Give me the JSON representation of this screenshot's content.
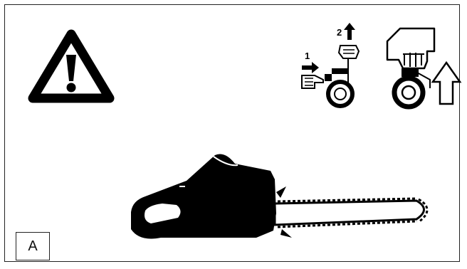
{
  "figure": {
    "label": "A",
    "steps": [
      "1",
      "2"
    ],
    "icons": [
      "warning-triangle-icon",
      "brake-release-hand-icon",
      "pull-starter-hand-icon",
      "arrow-up-icon",
      "chainsaw-icon"
    ],
    "colors": {
      "ink": "#000000",
      "background": "#ffffff"
    }
  }
}
